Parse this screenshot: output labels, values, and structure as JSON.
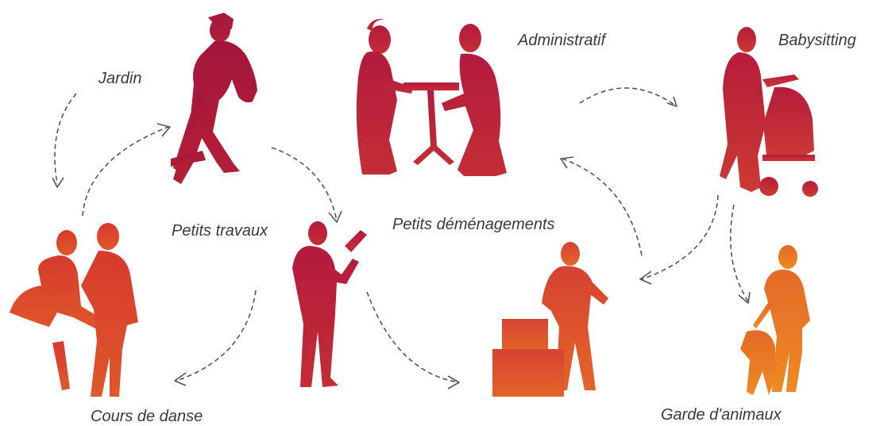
{
  "labels": {
    "jardin": "Jardin",
    "petits_travaux": "Petits travaux",
    "administratif": "Administratif",
    "babysitting": "Babysitting",
    "petits_demenagements": "Petits déménagements",
    "cours_de_danse": "Cours de danse",
    "garde_animaux": "Garde d'animaux"
  },
  "colors": {
    "crimson": "#a8183a",
    "red": "#c0283a",
    "red_orange": "#d43a2e",
    "orange": "#e2622a",
    "amber": "#ea7a24",
    "arrow": "#555555"
  }
}
